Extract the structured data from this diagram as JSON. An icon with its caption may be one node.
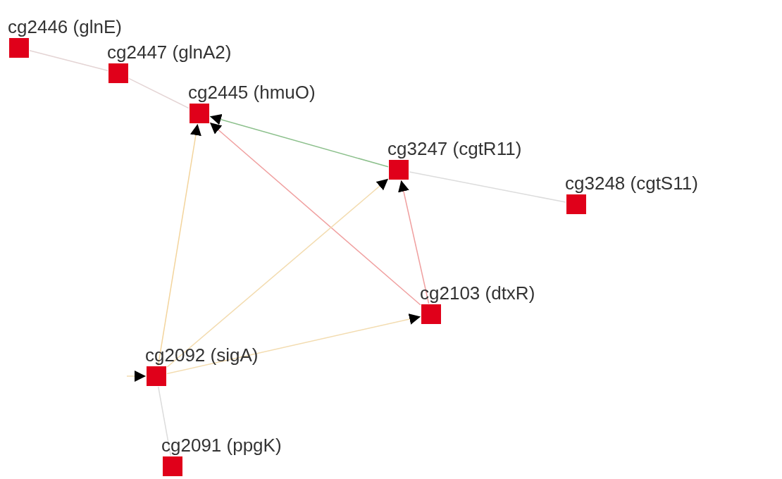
{
  "diagram": {
    "nodes": [
      {
        "text": [
          "cg2446 (glnE)"
        ]
      },
      {
        "text": [
          "cg2447 (glnA2)"
        ]
      },
      {
        "text": [
          "cg2445 (hmuO)"
        ]
      },
      {
        "text": [
          "cg3247 (cgtR11)"
        ]
      },
      {
        "text": [
          "cg3248 (cgtS11)"
        ]
      },
      {
        "text": [
          "cg2103 (dtxR)"
        ]
      },
      {
        "text": [
          "cg2092 (sigA)"
        ]
      },
      {
        "text": [
          "cg2091 (ppgK)"
        ]
      }
    ],
    "edges": [
      {
        "from": 0,
        "to": 1,
        "arrow": "none",
        "color": "#e4d4d4"
      },
      {
        "from": 1,
        "to": 2,
        "arrow": "none",
        "color": "#e4d4d4"
      },
      {
        "from": 3,
        "to": 2,
        "arrow": "to",
        "color": "#8cc08c"
      },
      {
        "from": 5,
        "to": 2,
        "arrow": "to",
        "color": "#f0a0a0"
      },
      {
        "from": 6,
        "to": 2,
        "arrow": "to",
        "color": "#f3d49c"
      },
      {
        "from": 3,
        "to": 4,
        "arrow": "none",
        "color": "#dcdcdc"
      },
      {
        "from": 6,
        "to": 3,
        "arrow": "to",
        "color": "#f3dcb0"
      },
      {
        "from": 5,
        "to": 3,
        "arrow": "to",
        "color": "#f0a0a0"
      },
      {
        "from": 6,
        "to": 5,
        "arrow": "to",
        "color": "#f3dcb0"
      },
      {
        "from": 6,
        "to": 7,
        "arrow": "none",
        "color": "#dcdcdc"
      },
      {
        "from": null,
        "to": 6,
        "arrow": "to",
        "color": "#f3dcb0"
      }
    ]
  }
}
